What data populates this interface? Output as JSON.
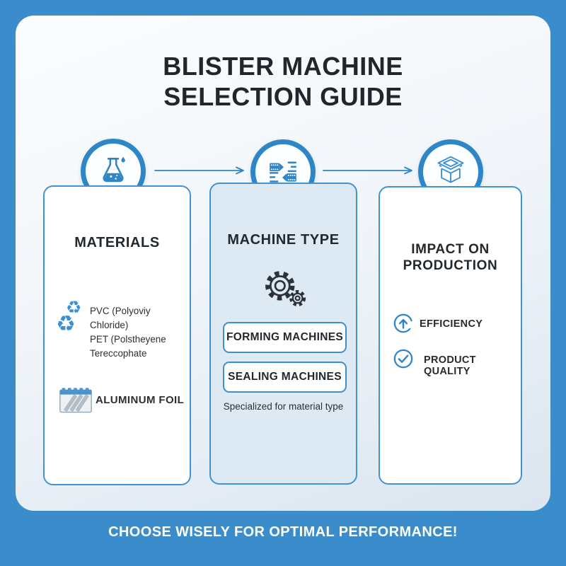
{
  "title": {
    "line1": "BLISTER MACHINE",
    "line2": "SELECTION GUIDE"
  },
  "columns": {
    "materials": {
      "title": "MATERIALS",
      "plastics": {
        "line1": "PVC (Polyoviy Chloride)",
        "line2": "PET (Polstheyene",
        "line3": "Tereccophate"
      },
      "foil_label": "ALUMINUM FOIL"
    },
    "machine_type": {
      "title": "MACHINE TYPE",
      "buttons": [
        {
          "label": "FORMING MACHINES"
        },
        {
          "label": "SEALING MACHINES"
        }
      ],
      "caption": "Specialized for material type"
    },
    "impact": {
      "title_line1": "IMPACT ON",
      "title_line2": "PRODUCTION",
      "items": [
        {
          "icon": "arrow-up-circle-icon",
          "label": "EFFICIENCY"
        },
        {
          "icon": "check-circle-icon",
          "label": "PRODUCT QUALITY"
        }
      ]
    }
  },
  "footer": {
    "text": "CHOOSE WISELY FOR OPTIMAL PERFORMANCE!"
  },
  "icons": {
    "materials_circle": "flask-icon",
    "machine_circle": "connectors-icon",
    "impact_circle": "open-box-icon",
    "plastics": "recycle-icon",
    "foil": "aluminum-foil-icon",
    "machine": "gears-icon"
  },
  "colors": {
    "frame_blue": "#3a8dca",
    "accent_blue": "#2e86c7",
    "card_border": "#4293d3",
    "machine_card_bg": "#dde9f3",
    "text_dark": "#23282d",
    "footer_text": "#ffffff"
  }
}
